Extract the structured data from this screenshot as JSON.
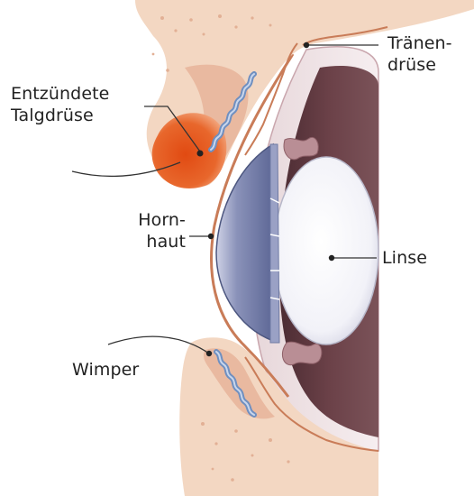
{
  "labels": {
    "traenendruese": {
      "line1": "Tränen-",
      "line2": "drüse"
    },
    "talgdruese": {
      "line1": "Entzündete",
      "line2": "Talgdrüse"
    },
    "hornhaut": {
      "line1": "Horn-",
      "line2": "haut"
    },
    "linse": {
      "text": "Linse"
    },
    "wimper": {
      "text": "Wimper"
    }
  },
  "colors": {
    "skin": "#f3d9c6",
    "skin_dark": "#e7b99c",
    "rim": "#d08b6a",
    "inflamed": "#e45a1e",
    "cornea": "#7d86ad",
    "lens": "#f5f5fa",
    "eye_interior": "#5e3a41",
    "sclera": "#efe3e6",
    "eyelash": "#6f8fc0"
  }
}
